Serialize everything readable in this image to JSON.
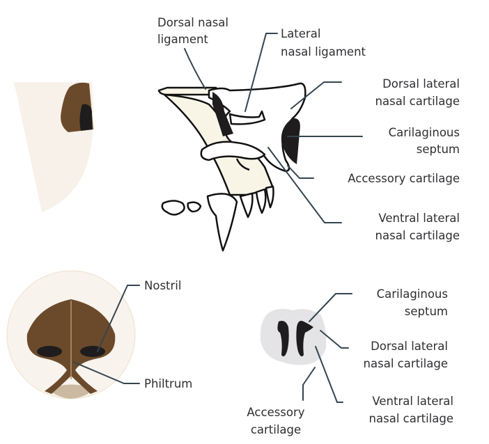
{
  "colors": {
    "nose_brown": "#6b4a2b",
    "nose_dark": "#3f2a17",
    "skin_beige": "#f7f1ea",
    "bone_cream": "#f8f5e6",
    "cartilage_black": "#1e1c1d",
    "section_gray": "#e4e4e6",
    "leader_line": "#34444f"
  },
  "side_view_labels": {
    "dorsal_nasal_ligament": [
      "Dorsal nasal",
      "ligament"
    ],
    "lateral_nasal_ligament": [
      "Lateral",
      "nasal ligament"
    ],
    "dorsal_lateral_nasal_cartilage": [
      "Dorsal lateral",
      "nasal cartilage"
    ],
    "cartilaginous_septum": [
      "Carilaginous",
      "septum"
    ],
    "accessory_cartilage": "Accessory cartilage",
    "ventral_lateral_nasal_cartilage": [
      "Ventral lateral",
      "nasal cartilage"
    ]
  },
  "front_view_labels": {
    "nostril": "Nostril",
    "philtrum": "Philtrum"
  },
  "cross_section_labels": {
    "cartilaginous_septum": [
      "Carilaginous",
      "septum"
    ],
    "dorsal_lateral_nasal_cartilage": [
      "Dorsal lateral",
      "nasal cartilage"
    ],
    "ventral_lateral_nasal_cartilage": [
      "Ventral lateral",
      "nasal cartilage"
    ],
    "accessory_cartilage": [
      "Accessory",
      "cartilage"
    ]
  }
}
